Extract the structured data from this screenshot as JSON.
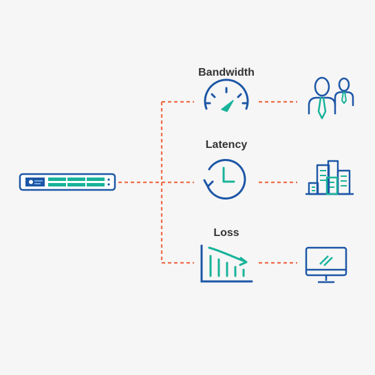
{
  "metrics": [
    {
      "label": "Bandwidth",
      "icon": "speedometer-icon",
      "target_icon": "users-icon"
    },
    {
      "label": "Latency",
      "icon": "clock-icon",
      "target_icon": "office-buildings-icon"
    },
    {
      "label": "Loss",
      "icon": "declining-chart-icon",
      "target_icon": "desktop-monitor-icon"
    }
  ],
  "source_icon": "rack-appliance-icon",
  "colors": {
    "background": "#f6f6f6",
    "connector": "#f06a4a",
    "primary": "#1c56a6",
    "accent": "#18b39a",
    "label": "#333333"
  }
}
